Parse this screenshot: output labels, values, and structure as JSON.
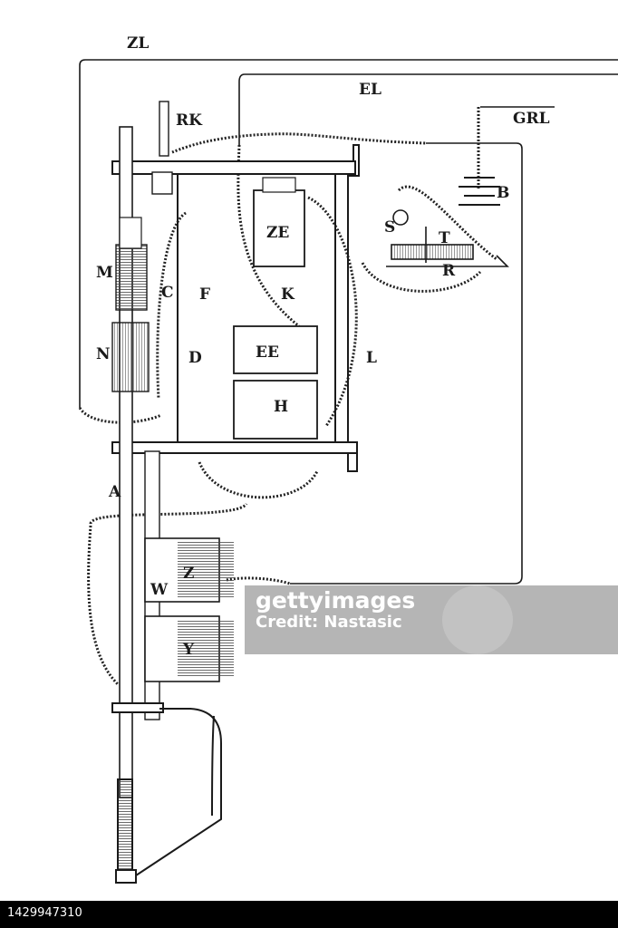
{
  "labels": {
    "ZL": "ZL",
    "EL": "EL",
    "RK": "RK",
    "GRL": "GRL",
    "B": "B",
    "S": "S",
    "T": "T",
    "R": "R",
    "ZE": "ZE",
    "K": "K",
    "M": "M",
    "C": "C",
    "F": "F",
    "N": "N",
    "D": "D",
    "EE": "EE",
    "L": "L",
    "H": "H",
    "A": "A",
    "Z": "Z",
    "W": "W",
    "Y": "Y"
  },
  "watermark": {
    "brand_line1": "gettyimages",
    "brand_line2": "Credit: Nastasic",
    "image_id": "1429947310"
  }
}
